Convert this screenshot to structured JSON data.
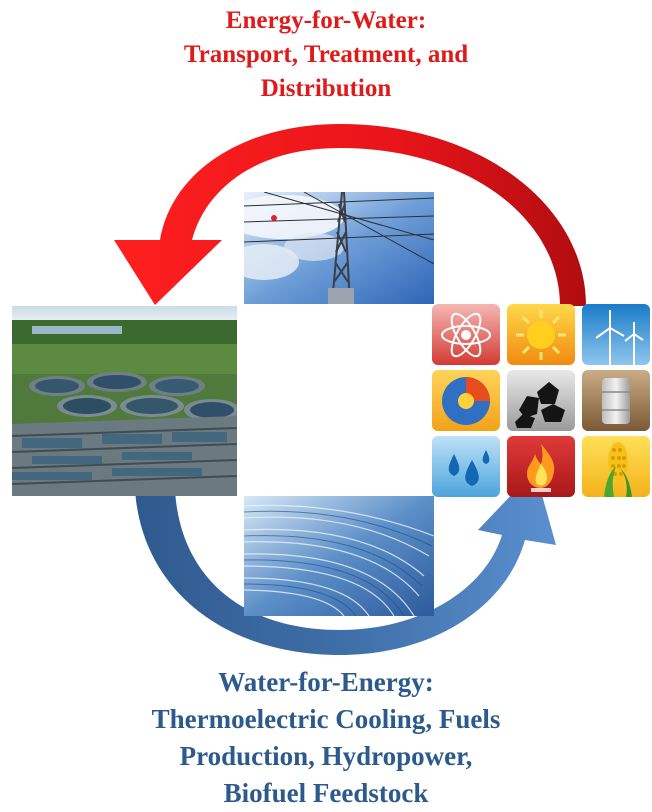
{
  "top_caption": {
    "line1": "Energy-for-Water:",
    "line2": "Transport, Treatment, and",
    "line3": "Distribution"
  },
  "bottom_caption": {
    "line1": "Water-for-Energy:",
    "line2": "Thermoelectric Cooling, Fuels",
    "line3": "Production, Hydropower,",
    "line4": "Biofuel Feedstock"
  },
  "colors": {
    "top_title": "#e01a1a",
    "bottom_title": "#2c5a8c",
    "red_arrow": "#e8141a",
    "blue_arrow": "#3f6fa8"
  },
  "energy_icons": [
    "atom-icon",
    "sun-icon",
    "wind-turbine-icon",
    "earth-core-icon",
    "coal-icon",
    "oil-barrel-icon",
    "water-drops-icon",
    "flame-icon",
    "corn-icon"
  ]
}
